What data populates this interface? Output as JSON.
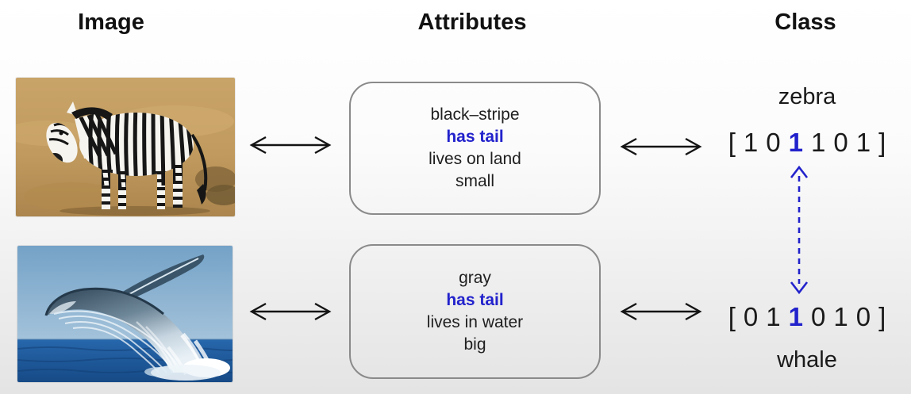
{
  "slide": {
    "headers": [
      {
        "id": "image",
        "label": "Image"
      },
      {
        "id": "attributes",
        "label": "Attributes"
      },
      {
        "id": "class",
        "label": "Class"
      }
    ],
    "colors": {
      "highlight_blue": "#2222cc",
      "arrow_black": "#141414",
      "box_border": "#8a8a8a"
    },
    "rows": [
      {
        "image_name": "zebra-photo",
        "attributes": [
          {
            "text": "black–stripe",
            "highlight": false
          },
          {
            "text": "has tail",
            "highlight": true
          },
          {
            "text": "lives on land",
            "highlight": false
          },
          {
            "text": "small",
            "highlight": false
          }
        ],
        "class_label": "zebra",
        "vector": {
          "open": "[",
          "close": "]",
          "values": [
            "1",
            "0",
            "1",
            "1",
            "0",
            "1"
          ],
          "highlight_index": 2
        }
      },
      {
        "image_name": "whale-photo",
        "attributes": [
          {
            "text": "gray",
            "highlight": false
          },
          {
            "text": "has tail",
            "highlight": true
          },
          {
            "text": "lives in water",
            "highlight": false
          },
          {
            "text": "big",
            "highlight": false
          }
        ],
        "class_label": "whale",
        "vector": {
          "open": "[",
          "close": "]",
          "values": [
            "0",
            "1",
            "1",
            "0",
            "1",
            "0"
          ],
          "highlight_index": 2
        }
      }
    ]
  }
}
